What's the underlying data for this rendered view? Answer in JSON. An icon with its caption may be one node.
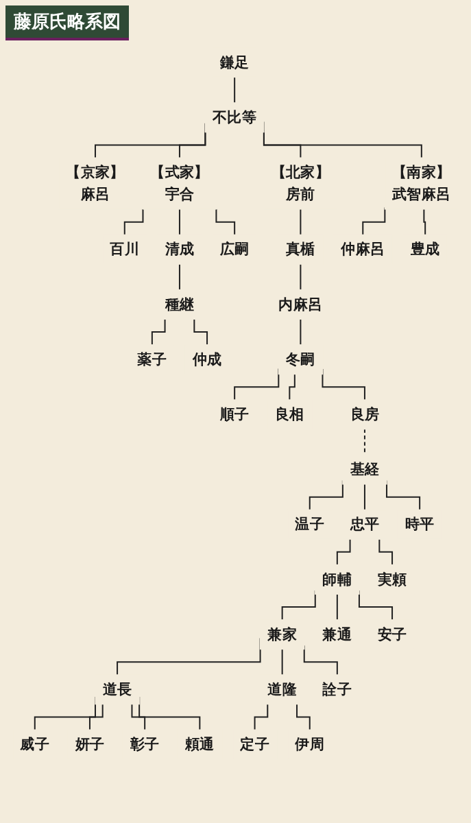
{
  "diagram": {
    "title": "藤原氏略系図",
    "nodes": [
      {
        "text": [
          "鎌足"
        ]
      },
      {
        "text": [
          "不比等"
        ]
      },
      {
        "text": [
          "【京家】",
          "麻呂"
        ]
      },
      {
        "text": [
          "【式家】",
          "宇合"
        ]
      },
      {
        "text": [
          "【北家】",
          "房前"
        ]
      },
      {
        "text": [
          "【南家】",
          "武智麻呂"
        ]
      },
      {
        "text": [
          "百川"
        ]
      },
      {
        "text": [
          "清成"
        ]
      },
      {
        "text": [
          "広嗣"
        ]
      },
      {
        "text": [
          "真楯"
        ]
      },
      {
        "text": [
          "仲麻呂"
        ]
      },
      {
        "text": [
          "豊成"
        ]
      },
      {
        "text": [
          "種継"
        ]
      },
      {
        "text": [
          "内麻呂"
        ]
      },
      {
        "text": [
          "薬子"
        ]
      },
      {
        "text": [
          "仲成"
        ]
      },
      {
        "text": [
          "冬嗣"
        ]
      },
      {
        "text": [
          "兼家"
        ]
      },
      {
        "text": [
          "兼通"
        ]
      },
      {
        "text": [
          "安子"
        ]
      },
      {
        "text": [
          "順子"
        ]
      },
      {
        "text": [
          "良相"
        ]
      },
      {
        "text": [
          "良房"
        ]
      },
      {
        "text": [
          "道長"
        ]
      },
      {
        "text": [
          "道隆"
        ]
      },
      {
        "text": [
          "詮子"
        ]
      },
      {
        "text": [
          "基経"
        ]
      },
      {
        "text": [
          "威子"
        ]
      },
      {
        "text": [
          "妍子"
        ]
      },
      {
        "text": [
          "彰子"
        ]
      },
      {
        "text": [
          "頼通"
        ]
      },
      {
        "text": [
          "定子"
        ]
      },
      {
        "text": [
          "伊周"
        ]
      },
      {
        "text": [
          "温子"
        ]
      },
      {
        "text": [
          "忠平"
        ]
      },
      {
        "text": [
          "時平"
        ]
      },
      {
        "text": [
          "師輔"
        ]
      },
      {
        "text": [
          "実頼"
        ]
      }
    ],
    "edges": [
      {
        "from": 0,
        "to": 1,
        "arrow": "none"
      },
      {
        "from": 1,
        "to": 2,
        "arrow": "none"
      },
      {
        "from": 1,
        "to": 3,
        "arrow": "none"
      },
      {
        "from": 1,
        "to": 4,
        "arrow": "none"
      },
      {
        "from": 1,
        "to": 5,
        "arrow": "none"
      },
      {
        "from": 3,
        "to": 6,
        "arrow": "none"
      },
      {
        "from": 3,
        "to": 7,
        "arrow": "none"
      },
      {
        "from": 3,
        "to": 8,
        "arrow": "none"
      },
      {
        "from": 4,
        "to": 9,
        "arrow": "none"
      },
      {
        "from": 5,
        "to": 10,
        "arrow": "none"
      },
      {
        "from": 5,
        "to": 11,
        "arrow": "none"
      },
      {
        "from": 7,
        "to": 12,
        "arrow": "none"
      },
      {
        "from": 9,
        "to": 13,
        "arrow": "none"
      },
      {
        "from": 12,
        "to": 14,
        "arrow": "none"
      },
      {
        "from": 12,
        "to": 15,
        "arrow": "none"
      },
      {
        "from": 13,
        "to": 16,
        "arrow": "none"
      },
      {
        "from": 16,
        "to": 20,
        "arrow": "none"
      },
      {
        "from": 16,
        "to": 21,
        "arrow": "none"
      },
      {
        "from": 16,
        "to": 22,
        "arrow": "none"
      },
      {
        "from": 22,
        "to": 26,
        "arrow": "none",
        "style": "dashed"
      },
      {
        "from": 26,
        "to": 33,
        "arrow": "none"
      },
      {
        "from": 26,
        "to": 34,
        "arrow": "none"
      },
      {
        "from": 26,
        "to": 35,
        "arrow": "none"
      },
      {
        "from": 34,
        "to": 36,
        "arrow": "none"
      },
      {
        "from": 34,
        "to": 37,
        "arrow": "none"
      },
      {
        "from": 36,
        "to": 17,
        "arrow": "none"
      },
      {
        "from": 36,
        "to": 18,
        "arrow": "none"
      },
      {
        "from": 36,
        "to": 19,
        "arrow": "none"
      },
      {
        "from": 17,
        "to": 23,
        "arrow": "none"
      },
      {
        "from": 17,
        "to": 24,
        "arrow": "none"
      },
      {
        "from": 17,
        "to": 25,
        "arrow": "none"
      },
      {
        "from": 23,
        "to": 27,
        "arrow": "none"
      },
      {
        "from": 23,
        "to": 28,
        "arrow": "none"
      },
      {
        "from": 23,
        "to": 29,
        "arrow": "none"
      },
      {
        "from": 23,
        "to": 30,
        "arrow": "none"
      },
      {
        "from": 24,
        "to": 31,
        "arrow": "none"
      },
      {
        "from": 24,
        "to": 32,
        "arrow": "none"
      }
    ]
  }
}
